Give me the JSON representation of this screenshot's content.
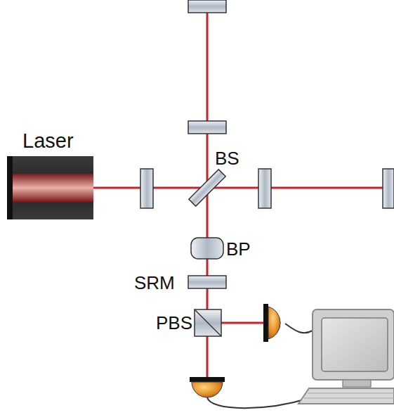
{
  "diagram": {
    "labels": [
      "Laser",
      "BS",
      "BP",
      "SRM",
      "PBS"
    ]
  }
}
